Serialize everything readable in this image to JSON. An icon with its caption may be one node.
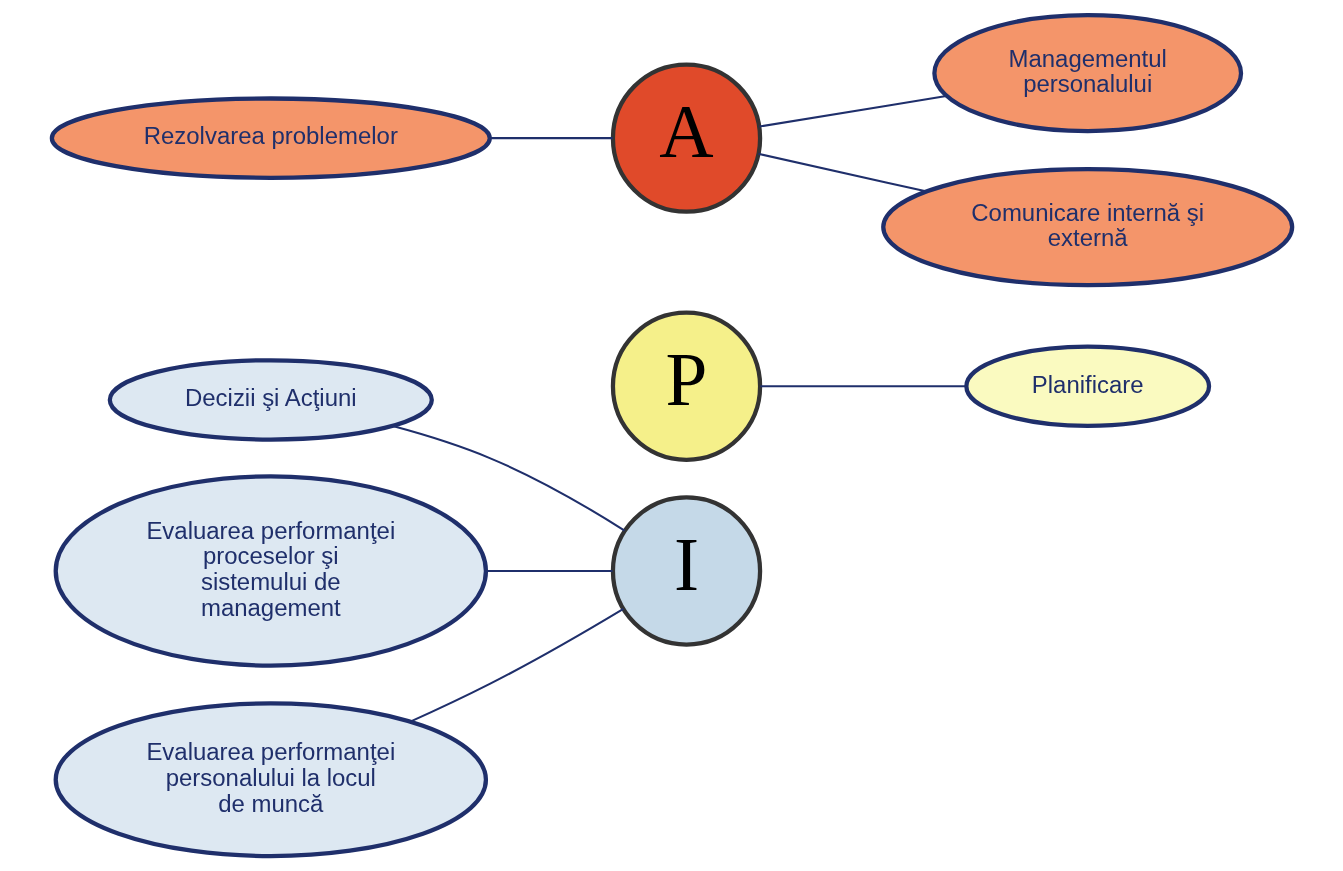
{
  "diagram": {
    "nodes": [
      {
        "text": [
          "I"
        ]
      },
      {
        "text": [
          "P"
        ]
      },
      {
        "text": [
          "A"
        ]
      },
      {
        "text": [
          "Decizii şi Acţiuni"
        ]
      },
      {
        "text": [
          "Evaluarea performanţei proceselor şi sistemului de management"
        ]
      },
      {
        "text": [
          "Evaluarea performanţei personalului la locul de muncă"
        ]
      },
      {
        "text": [
          "Rezolvarea problemelor"
        ]
      },
      {
        "text": [
          "Planificare"
        ]
      },
      {
        "text": [
          "Managementul personalului"
        ]
      },
      {
        "text": [
          "Comunicare internă şi externă"
        ]
      }
    ],
    "edges": [
      {
        "from": 3,
        "to": 0,
        "arrow": "none"
      },
      {
        "from": 4,
        "to": 0,
        "arrow": "none"
      },
      {
        "from": 5,
        "to": 0,
        "arrow": "none"
      },
      {
        "from": 6,
        "to": 2,
        "arrow": "none"
      },
      {
        "from": 1,
        "to": 7,
        "arrow": "none"
      },
      {
        "from": 2,
        "to": 8,
        "arrow": "none"
      },
      {
        "from": 2,
        "to": 9,
        "arrow": "none"
      }
    ]
  }
}
